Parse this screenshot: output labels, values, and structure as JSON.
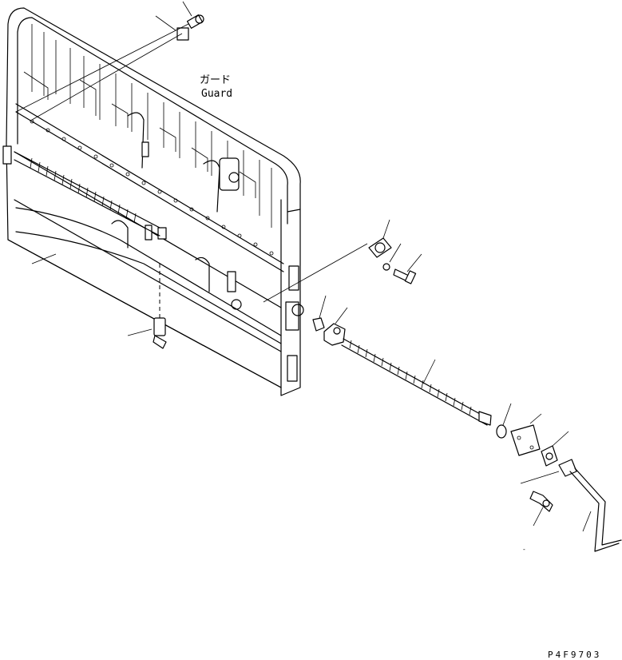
{
  "labels": {
    "guard_jp": "ガード",
    "guard_en": "Guard",
    "drawing_code": "P4F9703",
    "stray_mark": "-"
  }
}
